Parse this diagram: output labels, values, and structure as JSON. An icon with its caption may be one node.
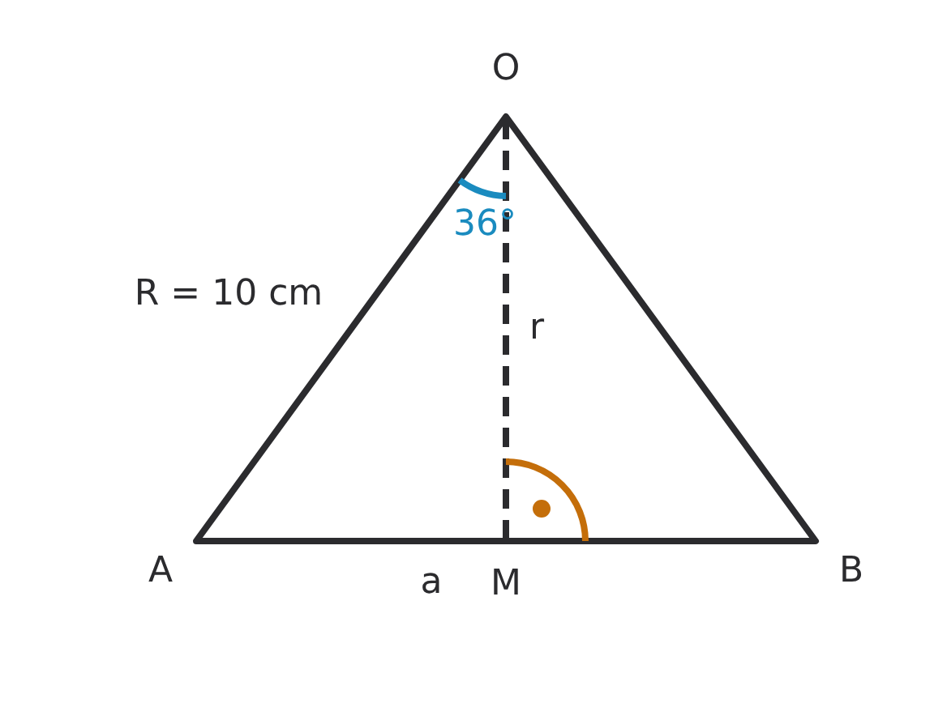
{
  "diagram": {
    "labels": [
      "O",
      "36°",
      "R = 10 cm",
      "r",
      "A",
      "a",
      "M",
      "B"
    ]
  }
}
